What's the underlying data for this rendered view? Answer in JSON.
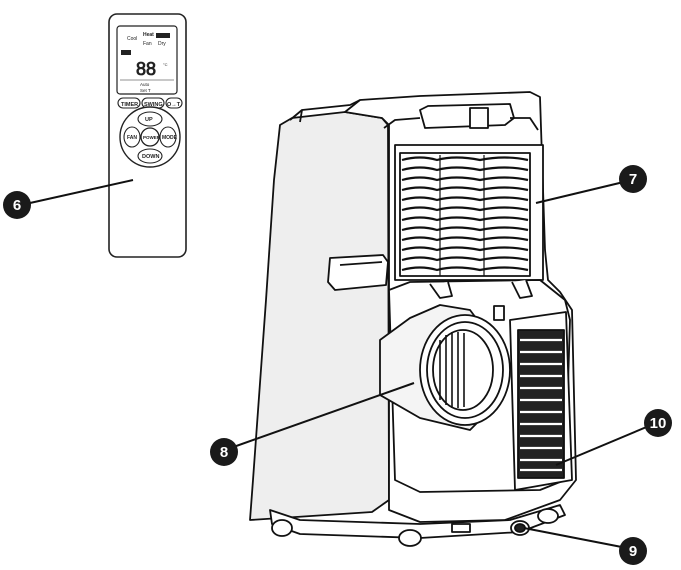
{
  "callouts": [
    {
      "id": "6",
      "label": "6"
    },
    {
      "id": "7",
      "label": "7"
    },
    {
      "id": "8",
      "label": "8"
    },
    {
      "id": "9",
      "label": "9"
    },
    {
      "id": "10",
      "label": "10"
    }
  ],
  "remote": {
    "modes": [
      "Cool",
      "Heat",
      "Fan",
      "Dry"
    ],
    "display_digits": "88",
    "mode_text": "Auto",
    "sub_text": "Set T",
    "buttons": {
      "timer": "TIMER",
      "swing": "SWING",
      "lock": "O→T",
      "up": "UP",
      "fan": "FAN",
      "power": "POWER",
      "mode": "MODE",
      "down": "DOWN"
    }
  }
}
